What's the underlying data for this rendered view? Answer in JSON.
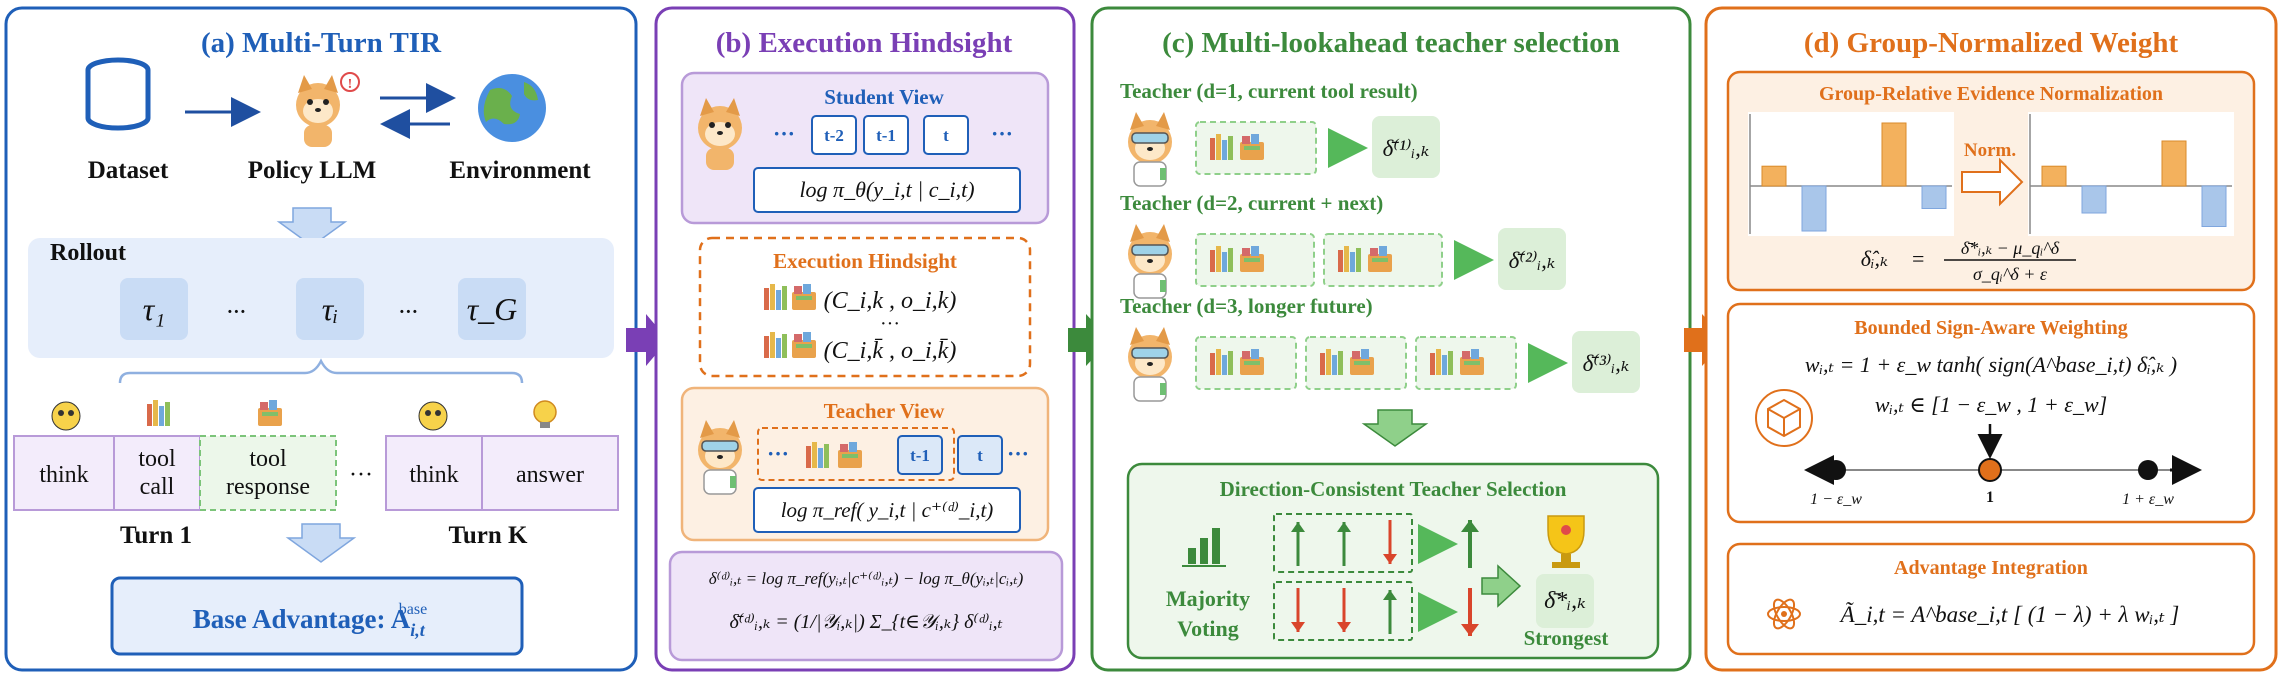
{
  "colors": {
    "panel_a": "#1f5fb8",
    "panel_b": "#7a3fb5",
    "panel_c": "#3c8a3c",
    "panel_d": "#e0701b",
    "light_blue": "#e6eefb",
    "light_purple": "#efe5f8",
    "light_green": "#e9f5e7",
    "light_orange": "#fdf0e3",
    "up_arrow": "#3c8a3c",
    "down_arrow": "#d9452b",
    "bar_orange": "#f3b15d",
    "bar_blue": "#a9c6ea"
  },
  "panel_a": {
    "title": "(a) Multi-Turn TIR",
    "dataset": "Dataset",
    "policy": "Policy LLM",
    "environment": "Environment",
    "rollout": "Rollout",
    "taus": [
      "τ₁",
      "···",
      "τᵢ",
      "···",
      "τ_G"
    ],
    "turn_cells": [
      "think",
      "tool call",
      "tool response",
      "···",
      "think",
      "answer"
    ],
    "turn1": "Turn 1",
    "turnK": "Turn K",
    "base_adv": "Base Advantage: A",
    "base_sub": "i,t",
    "base_sup": "base"
  },
  "panel_b": {
    "title": "(b) Execution Hindsight",
    "student_view": "Student View",
    "tokens": [
      "···",
      "t-2",
      "t-1",
      "t",
      "···"
    ],
    "student_formula": "log π_θ(y_i,t | c_i,t)",
    "exec_title": "Execution Hindsight",
    "exec_rows": [
      "(C_i,k , o_i,k)",
      "···",
      "(C_i,k̄ , o_i,k̄)"
    ],
    "teacher_view": "Teacher View",
    "teacher_tokens": [
      "···",
      "t-1",
      "t",
      "···"
    ],
    "teacher_formula": "log π_ref( y_i,t | c⁺⁽ᵈ⁾_i,t)",
    "delta_line1": "δ⁽ᵈ⁾ᵢ,ₜ = log π_ref(yᵢ,ₜ|c⁺⁽ᵈ⁾ᵢ,ₜ) − log π_θ(yᵢ,ₜ|cᵢ,ₜ)",
    "delta_line2": "δ̄⁽ᵈ⁾ᵢ,ₖ = (1/|𝒴ᵢ,ₖ|) Σ_{t∈𝒴ᵢ,ₖ} δ⁽ᵈ⁾ᵢ,ₜ"
  },
  "panel_c": {
    "title": "(c) Multi-lookahead teacher selection",
    "teachers": [
      {
        "label": "Teacher (d=1, current tool result)",
        "delta": "δ̄⁽¹⁾ᵢ,ₖ",
        "boxes": 1
      },
      {
        "label": "Teacher (d=2, current + next)",
        "delta": "δ̄⁽²⁾ᵢ,ₖ",
        "boxes": 2
      },
      {
        "label": "Teacher (d=3, longer future)",
        "delta": "δ̄⁽³⁾ᵢ,ₖ",
        "boxes": 3
      }
    ],
    "selection_title": "Direction-Consistent Teacher Selection",
    "majority": "Majority",
    "voting": "Voting",
    "vote_rows": [
      [
        "up",
        "up",
        "down"
      ],
      [
        "down",
        "down",
        "up"
      ]
    ],
    "result_arrows": [
      "up",
      "down"
    ],
    "strongest_delta": "δ̄*ᵢ,ₖ",
    "strongest": "Strongest"
  },
  "panel_d": {
    "title": "(d) Group-Normalized Weight",
    "norm_title": "Group-Relative Evidence Normalization",
    "norm_label": "Norm.",
    "bars_left": [
      22,
      -50,
      0,
      70,
      -25
    ],
    "bars_right": [
      22,
      -30,
      0,
      50,
      -45
    ],
    "norm_formula_lhs": "δ̂ᵢ,ₖ",
    "norm_formula_num": "δ̄*ᵢ,ₖ − μ_qᵢ^δ",
    "norm_formula_den": "σ_qᵢ^δ + ε",
    "bounded_title": "Bounded Sign-Aware Weighting",
    "weight_formula": "wᵢ,ₜ = 1 + ε_w tanh( sign(A^base_i,t) δ̂ᵢ,ₖ )",
    "weight_range": "wᵢ,ₜ ∈ [1 − ε_w ,  1 + ε_w]",
    "axis_labels": [
      "1 − ε_w",
      "1",
      "1 + ε_w"
    ],
    "adv_title": "Advantage Integration",
    "adv_formula": "Ã_i,t = A^base_i,t [ (1 − λ) + λ wᵢ,ₜ ]"
  }
}
